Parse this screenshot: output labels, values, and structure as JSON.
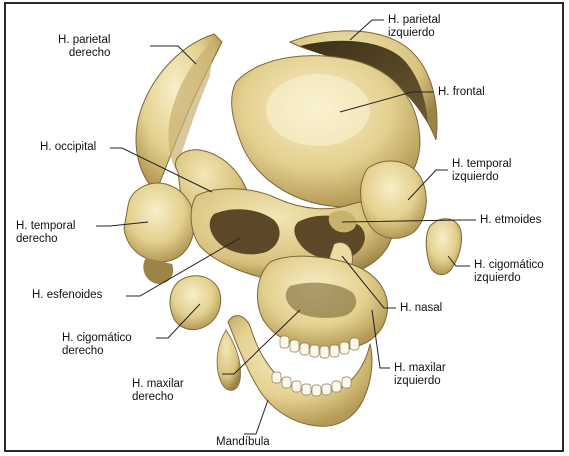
{
  "labels": {
    "parietal_derecho": [
      "H. parietal",
      "derecho"
    ],
    "parietal_izquierdo": [
      "H. parietal",
      "izquierdo"
    ],
    "frontal": [
      "H. frontal"
    ],
    "occipital": [
      "H. occipital"
    ],
    "temporal_izquierdo": [
      "H. temporal",
      "izquierdo"
    ],
    "temporal_derecho": [
      "H. temporal",
      "derecho"
    ],
    "etmoides": [
      "H. etmoides"
    ],
    "cigomatico_izquierdo": [
      "H. cigomático",
      "izquierdo"
    ],
    "esfenoides": [
      "H. esfenoides"
    ],
    "nasal": [
      "H. nasal"
    ],
    "cigomatico_derecho": [
      "H. cigomático",
      "derecho"
    ],
    "maxilar_izquierdo": [
      "H. maxilar",
      "izquierdo"
    ],
    "maxilar_derecho": [
      "H. maxilar",
      "derecho"
    ],
    "mandibula": [
      "Mandíbula"
    ]
  },
  "colors": {
    "bone": "#e7d79a",
    "bone_light": "#f3e9bf",
    "bone_dark": "#b9a362",
    "shadow": "#4a3d22",
    "border": "#2b2b2b",
    "leader": "#222222"
  }
}
